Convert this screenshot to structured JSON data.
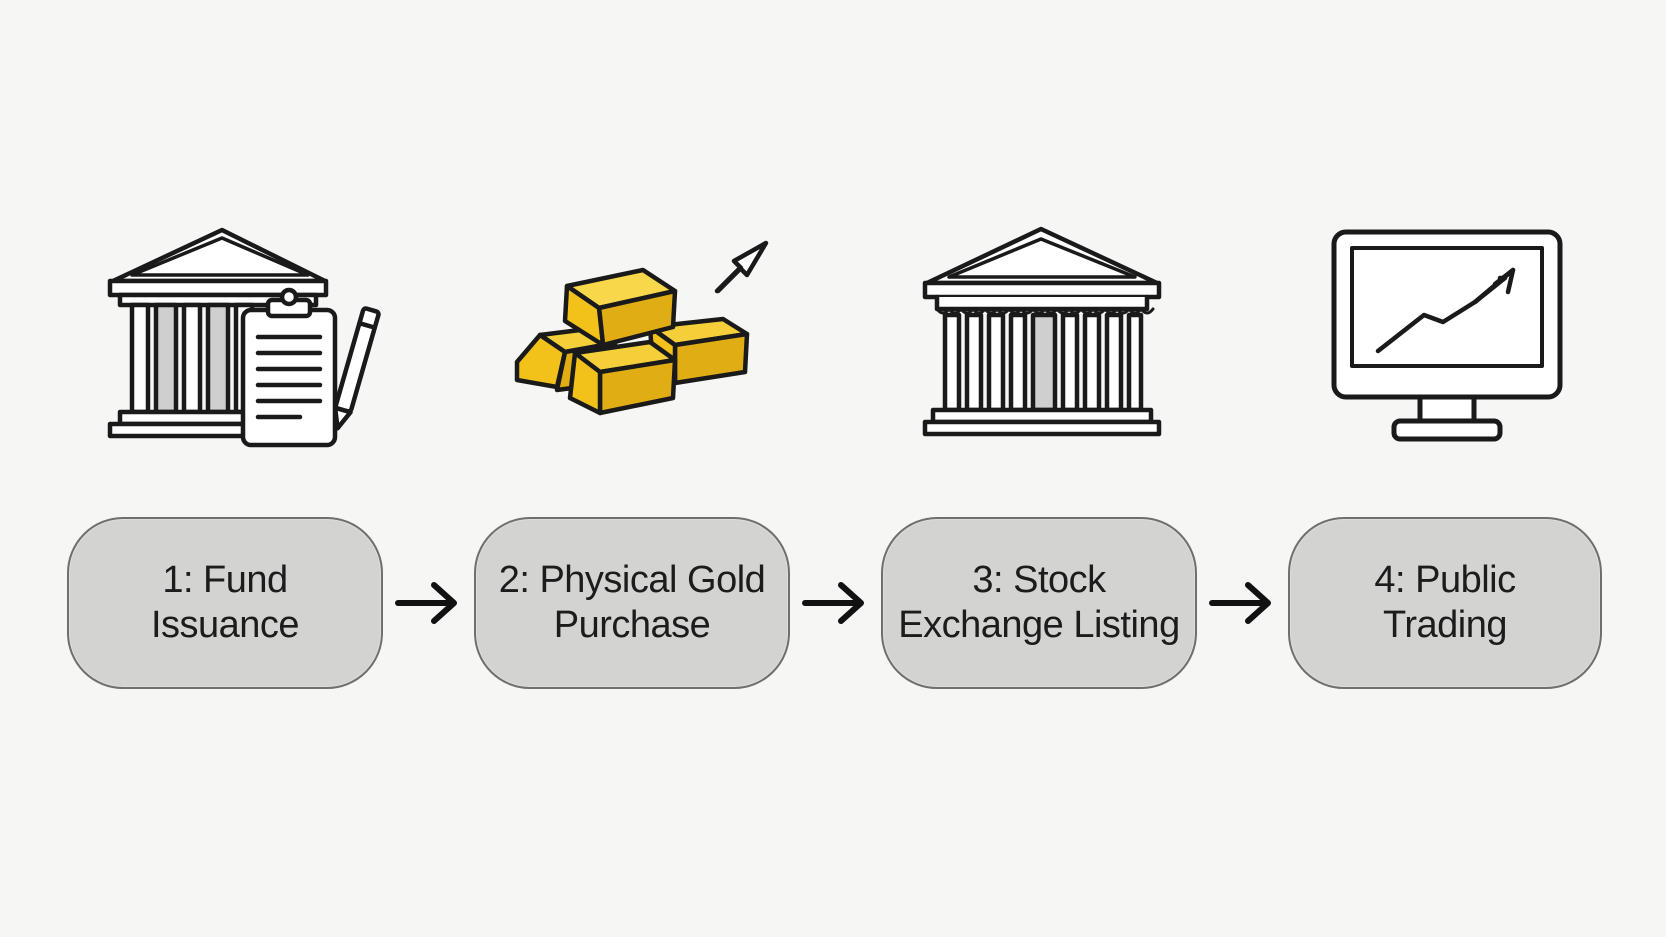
{
  "diagram": {
    "steps": [
      {
        "label_line1": "1: Fund",
        "label_line2": "Issuance",
        "icon": "bank-with-clipboard-icon"
      },
      {
        "label_line1": "2: Physical Gold",
        "label_line2": "Purchase",
        "icon": "gold-bars-icon"
      },
      {
        "label_line1": "3: Stock",
        "label_line2": "Exchange Listing",
        "icon": "stock-exchange-building-icon"
      },
      {
        "label_line1": "4: Public",
        "label_line2": "Trading",
        "icon": "monitor-chart-icon"
      }
    ],
    "connectors": [
      "arrow-right-icon",
      "arrow-right-icon",
      "arrow-right-icon"
    ]
  },
  "colors": {
    "background": "#f6f6f4",
    "box_fill": "#d3d3d1",
    "box_border": "#6f6f6f",
    "gold": "#f2c21b",
    "gold_dark": "#d9a60f",
    "line": "#1a1a1a"
  }
}
